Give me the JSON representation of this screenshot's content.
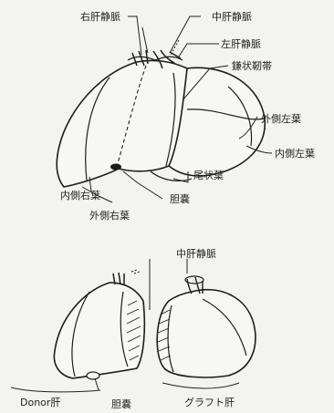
{
  "top_figure": {
    "labels": {
      "right_hepatic_vein": "右肝静脈",
      "middle_hepatic_vein": "中肝静脈",
      "left_hepatic_vein": "左肝静脈",
      "falciform_ligament": "鎌状靭帯",
      "left_lateral_segment": "外側左葉",
      "left_medial_segment": "内側左葉",
      "caudate_lobe": "尾状葉",
      "gallbladder": "胆嚢",
      "right_medial_segment": "内側右葉",
      "right_lateral_segment": "外側右葉"
    }
  },
  "bottom_figure": {
    "labels": {
      "middle_hepatic_vein": "中肝静脈",
      "donor_liver": "Donor肝",
      "gallbladder": "胆嚢",
      "graft_liver": "グラフト肝"
    }
  },
  "colors": {
    "ink": "#1d1d1d",
    "paper": "#f3f3f1"
  }
}
